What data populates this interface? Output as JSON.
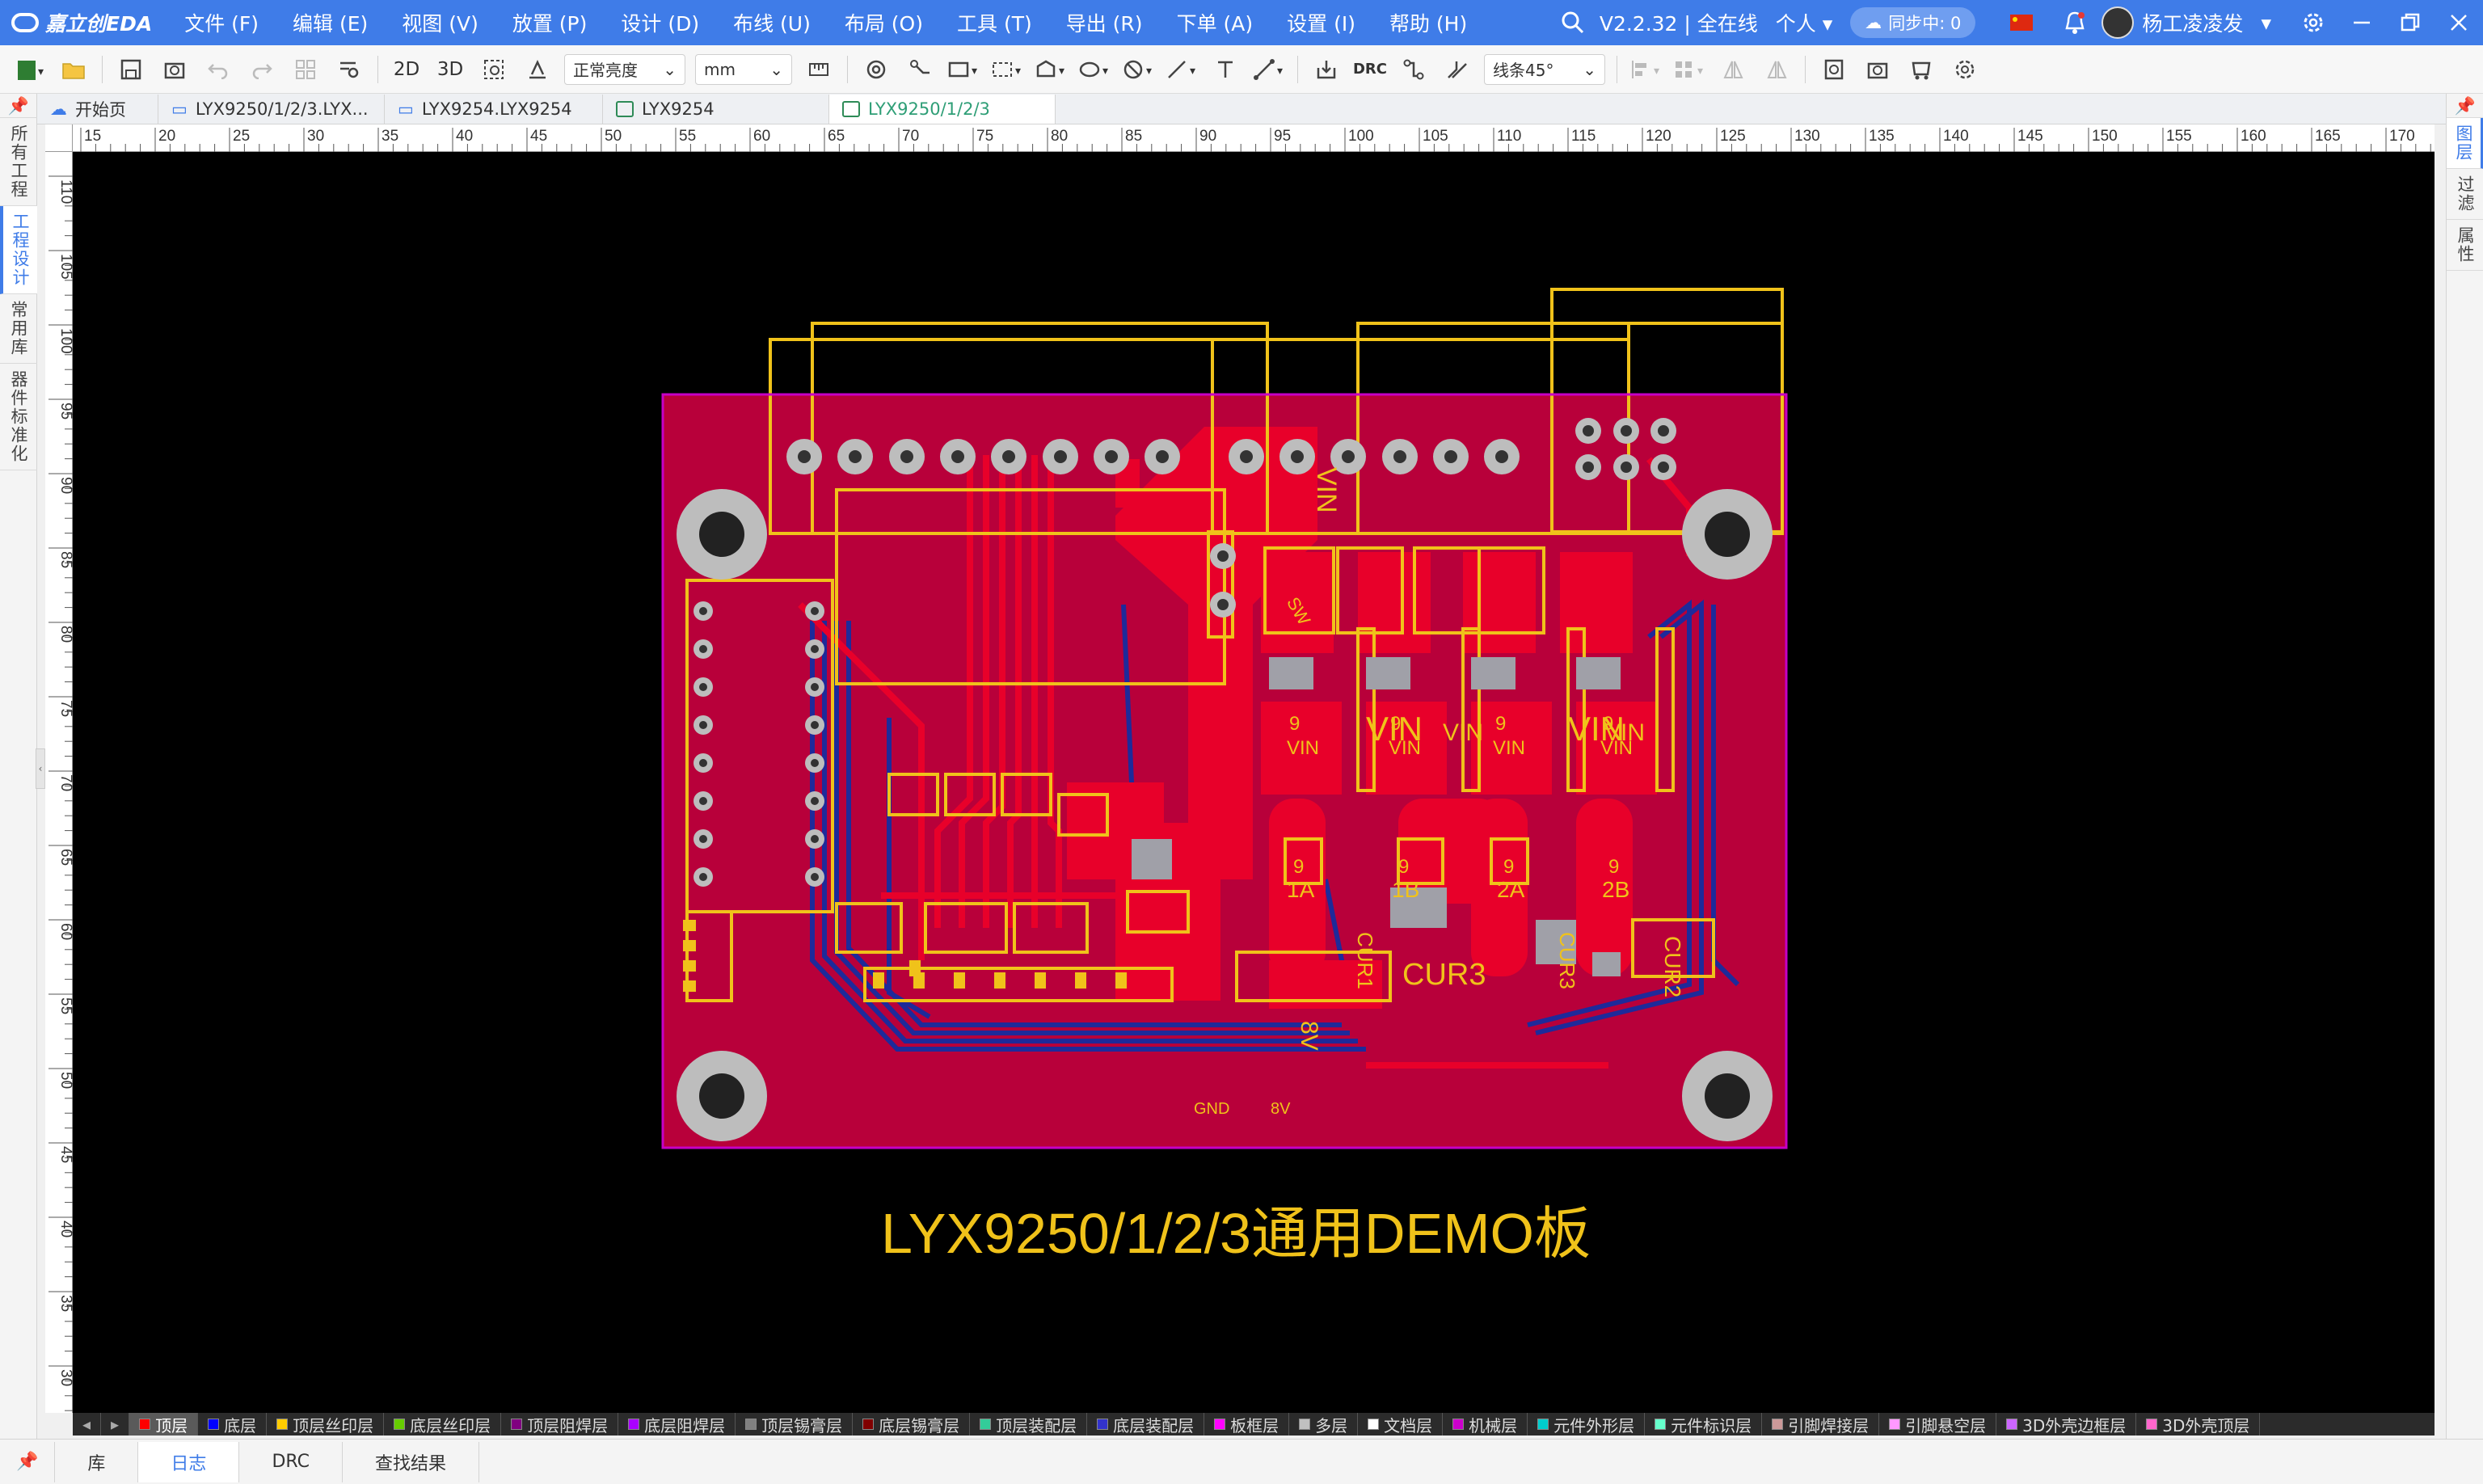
{
  "app": {
    "logo_text": "嘉立创EDA",
    "version_text": "V2.2.32 | 全在线",
    "account_mode": "个人",
    "sync_text": "同步中: 0",
    "user_name": "杨工凌凌发"
  },
  "menu": [
    "文件 (F)",
    "编辑 (E)",
    "视图 (V)",
    "放置 (P)",
    "设计 (D)",
    "布线 (U)",
    "布局 (O)",
    "工具 (T)",
    "导出 (R)",
    "下单 (A)",
    "设置 (I)",
    "帮助 (H)"
  ],
  "toolbar": {
    "view_2d": "2D",
    "view_3d": "3D",
    "brightness": "正常亮度",
    "unit": "mm",
    "drc": "DRC",
    "line_mode": "线条45°"
  },
  "tabs": [
    {
      "label": "开始页",
      "active": false
    },
    {
      "label": "LYX9250/1/2/3.LYX...",
      "active": false
    },
    {
      "label": "LYX9254.LYX9254",
      "active": false
    },
    {
      "label": "LYX9254",
      "active": false
    },
    {
      "label": "LYX9250/1/2/3",
      "active": true
    }
  ],
  "left_tabs": [
    {
      "label": "所有工程",
      "active": false
    },
    {
      "label": "工程设计",
      "active": true
    },
    {
      "label": "常用库",
      "active": false
    },
    {
      "label": "器件标准化",
      "active": false
    }
  ],
  "right_tabs": [
    "图层",
    "过滤",
    "属性"
  ],
  "ruler_top_labels": [
    "15",
    "20",
    "25",
    "30",
    "35",
    "40",
    "45",
    "50",
    "55",
    "60",
    "65",
    "70",
    "75",
    "80",
    "85",
    "90",
    "95",
    "100",
    "105",
    "110",
    "115",
    "120",
    "125",
    "130",
    "135",
    "140",
    "145",
    "150",
    "155",
    "160",
    "165",
    "170"
  ],
  "ruler_left_labels": [
    "110",
    "105",
    "100",
    "95",
    "90",
    "85",
    "80",
    "75",
    "70",
    "65",
    "60",
    "55",
    "50",
    "45",
    "40",
    "35",
    "30"
  ],
  "pcb": {
    "board_title": "LYX9250/1/2/3通用DEMO板",
    "vin_labels": [
      "VIN",
      "VIN",
      "VIN",
      "VIN",
      "VIN"
    ],
    "pad_labels": [
      "9\nVIN",
      "9\nVIN",
      "9\nVIN",
      "9\nVIN"
    ],
    "channel_labels": [
      "1A",
      "1B",
      "2A",
      "2B"
    ],
    "cur_labels": [
      "CUR1",
      "CUR3",
      "CUR3",
      "CUR2"
    ],
    "small_labels": [
      "8V",
      "GND",
      "8V",
      "SW"
    ],
    "colors": {
      "board": "#b8003a",
      "copper": "#e8002a",
      "outline": "#c600c6",
      "silk": "#f0c21a",
      "bottom": "#1e2a9a",
      "hole": "#bdbdbd"
    }
  },
  "layers": [
    {
      "label": "顶层",
      "color": "#ff0000"
    },
    {
      "label": "底层",
      "color": "#0000ff"
    },
    {
      "label": "顶层丝印层",
      "color": "#ffcc00"
    },
    {
      "label": "底层丝印层",
      "color": "#66cc00"
    },
    {
      "label": "顶层阻焊层",
      "color": "#800080"
    },
    {
      "label": "底层阻焊层",
      "color": "#aa00ff"
    },
    {
      "label": "顶层锡膏层",
      "color": "#808080"
    },
    {
      "label": "底层锡膏层",
      "color": "#800000"
    },
    {
      "label": "顶层装配层",
      "color": "#33cc99"
    },
    {
      "label": "底层装配层",
      "color": "#3333cc"
    },
    {
      "label": "板框层",
      "color": "#ff00ff"
    },
    {
      "label": "多层",
      "color": "#c0c0c0"
    },
    {
      "label": "文档层",
      "color": "#ffffff"
    },
    {
      "label": "机械层",
      "color": "#cc00cc"
    },
    {
      "label": "元件外形层",
      "color": "#00cccc"
    },
    {
      "label": "元件标识层",
      "color": "#66ffcc"
    },
    {
      "label": "引脚焊接层",
      "color": "#cc9999"
    },
    {
      "label": "引脚悬空层",
      "color": "#ff99ff"
    },
    {
      "label": "3D外壳边框层",
      "color": "#cc66ff"
    },
    {
      "label": "3D外壳顶层",
      "color": "#ff66cc"
    }
  ],
  "bottom_tabs": [
    {
      "label": "库",
      "active": false
    },
    {
      "label": "日志",
      "active": true
    },
    {
      "label": "DRC",
      "active": false
    },
    {
      "label": "查找结果",
      "active": false
    }
  ]
}
